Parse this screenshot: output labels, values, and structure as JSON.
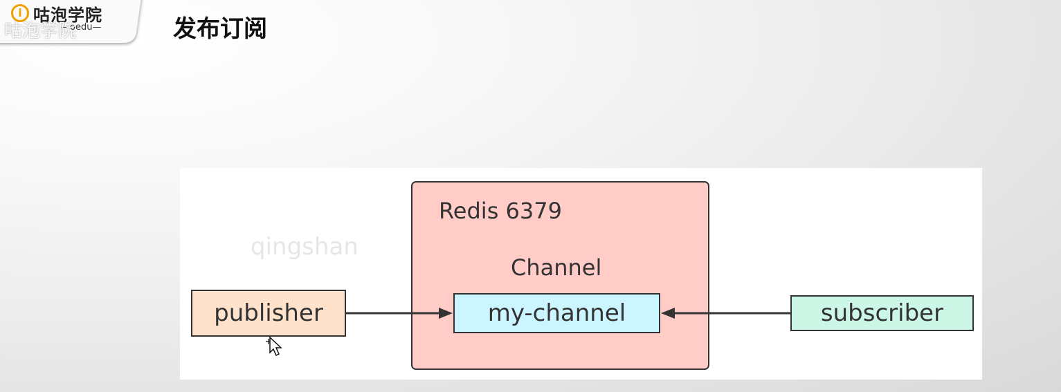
{
  "logo": {
    "icon_glyph": "i",
    "name": "咕泡学院",
    "subtitle": "—oedu—",
    "watermark": "咕泡学院",
    "accent_color": "#f0a000"
  },
  "slide": {
    "title": "发布订阅"
  },
  "diagram": {
    "watermark": "qingshan",
    "redis_label": "Redis 6379",
    "channel_label": "Channel",
    "publisher": "publisher",
    "channel_name": "my-channel",
    "subscriber": "subscriber",
    "colors": {
      "redis_fill": "#ffccc8",
      "publisher_fill": "#ffe2cc",
      "channel_fill": "#ccf6ff",
      "subscriber_fill": "#ccf6e6"
    }
  }
}
